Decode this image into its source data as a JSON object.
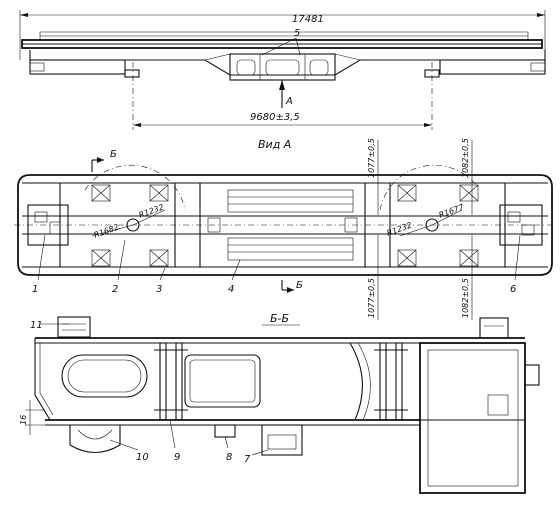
{
  "dimensions": {
    "overall_length": "17481",
    "bogie_spacing": "9680±3,5",
    "offset_top_left": "1077±0,5",
    "offset_top_right": "1082±0,5",
    "offset_bottom_left": "1077±0,5",
    "offset_bottom_right": "1082±0,5",
    "radius_left_small": "R1682",
    "radius_left_large": "R1232",
    "radius_right_large": "R1232",
    "radius_right_small": "R1677",
    "plate_thickness": "16"
  },
  "views": {
    "view_a_title": "Вид А",
    "view_arrow_label": "А",
    "section_title": "Б-Б",
    "section_mark_top": "Б",
    "section_mark_bottom": "Б"
  },
  "callouts": {
    "n1": "1",
    "n2": "2",
    "n3": "3",
    "n4": "4",
    "n5": "5",
    "n6": "6",
    "n7": "7",
    "n8": "8",
    "n9": "9",
    "n10": "10",
    "n11": "11"
  }
}
